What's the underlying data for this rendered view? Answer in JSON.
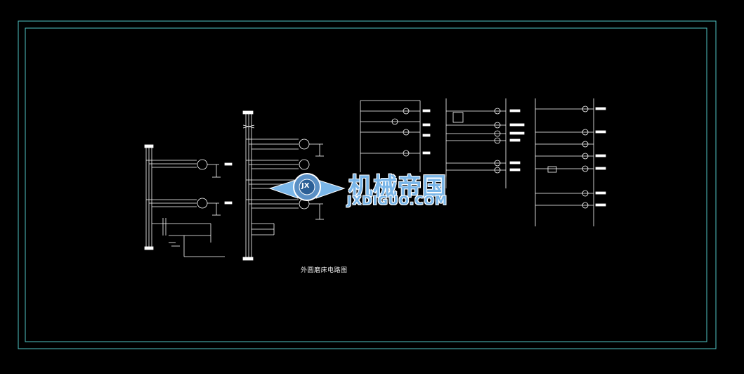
{
  "drawing": {
    "caption": "外圆磨床电路图",
    "colors": {
      "background": "#000000",
      "frame": "#4fc3c3",
      "wire": "#ffffff",
      "watermark": "#7ab6e8"
    }
  },
  "watermark": {
    "title": "机械帝国",
    "url": "JXDIGUO.COM",
    "badge": "JX",
    "icon": "winged-gear-logo"
  }
}
